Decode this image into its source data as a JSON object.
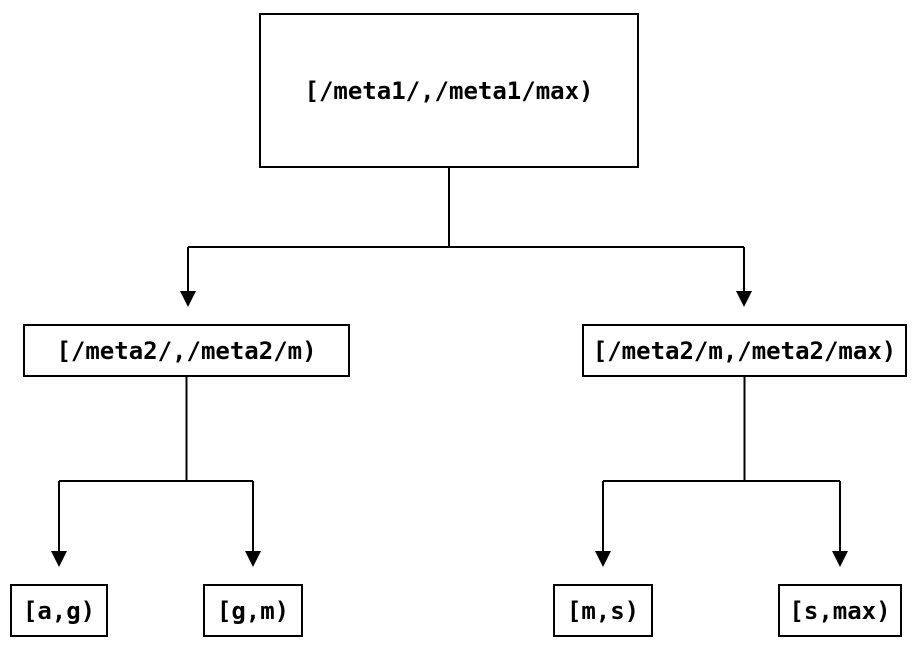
{
  "diagram": {
    "type": "tree",
    "description": "Two-level interval partition tree of key ranges",
    "colors": {
      "line": "#000000",
      "text": "#000000",
      "background": "#ffffff",
      "node_fill": "#ffffff",
      "node_border": "#000000"
    },
    "nodes": {
      "root": {
        "label": "[/meta1/,/meta1/max)"
      },
      "mid_left": {
        "label": "[/meta2/,/meta2/m)"
      },
      "mid_right": {
        "label": "[/meta2/m,/meta2/max)"
      },
      "leaf_ag": {
        "label": "[a,g)"
      },
      "leaf_gm": {
        "label": "[g,m)"
      },
      "leaf_ms": {
        "label": "[m,s)"
      },
      "leaf_smax": {
        "label": "[s,max)"
      }
    },
    "edges": [
      {
        "from": "root",
        "to": "mid_left"
      },
      {
        "from": "root",
        "to": "mid_right"
      },
      {
        "from": "mid_left",
        "to": "leaf_ag"
      },
      {
        "from": "mid_left",
        "to": "leaf_gm"
      },
      {
        "from": "mid_right",
        "to": "leaf_ms"
      },
      {
        "from": "mid_right",
        "to": "leaf_smax"
      }
    ]
  }
}
